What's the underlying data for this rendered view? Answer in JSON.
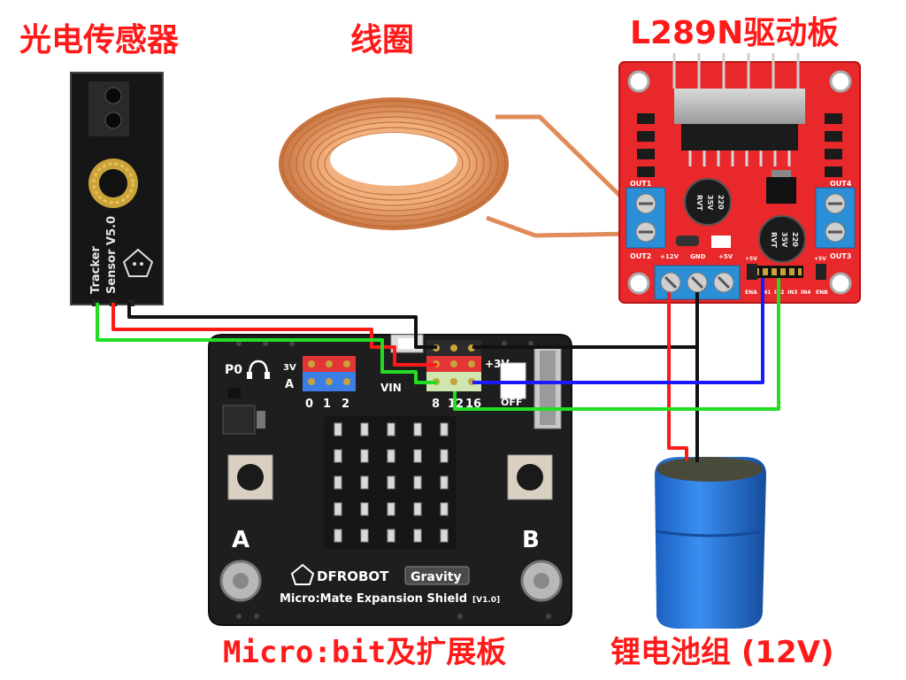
{
  "labels": {
    "sensor": "光电传感器",
    "coil": "线圈",
    "driver": "L289N驱动板",
    "microbit": "Micro:bit及扩展板",
    "battery": "锂电池组 (12V)"
  },
  "sensor_board": {
    "text_line1": "Tracker",
    "text_line2": "Sensor V5.0"
  },
  "driver_board": {
    "out1": "OUT1",
    "out2": "OUT2",
    "out3": "OUT3",
    "out4": "OUT4",
    "plus12v": "+12V",
    "gnd": "GND",
    "plus5v": "+5V",
    "ena": "ENA",
    "in1": "IN1",
    "in2": "IN2",
    "in3": "IN3",
    "in4": "IN4",
    "enb": "ENB",
    "cap_line1": "220",
    "cap_line2": "35V",
    "cap_line3": "RVT"
  },
  "expansion_board": {
    "p0": "P0",
    "v3": "3V",
    "a_pin": "A",
    "vin": "VIN",
    "plus3v": "+3V",
    "pin0": "0",
    "pin1": "1",
    "pin2": "2",
    "pin8": "8",
    "pin12": "12",
    "pin16": "16",
    "off": "OFF",
    "button_a": "A",
    "button_b": "B",
    "brand": "DFROBOT",
    "gravity": "Gravity",
    "shield_name": "Micro:Mate Expansion Shield",
    "version": "[V1.0]"
  },
  "colors": {
    "label": "#ff1a1a",
    "wire_red": "#ff1a1a",
    "wire_black": "#111111",
    "wire_green": "#22dd22",
    "wire_blue": "#1a1aff",
    "driver_pcb": "#e8282a",
    "shield_pcb": "#1e1e1e",
    "battery": "#1f6fd1",
    "coil": "#d98a55"
  }
}
